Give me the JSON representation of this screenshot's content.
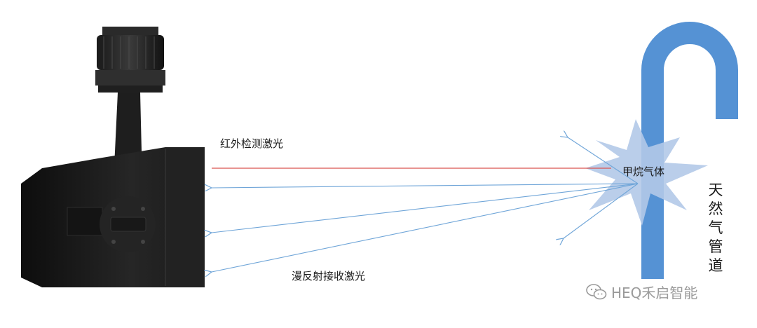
{
  "labels": {
    "laser": "红外检测激光",
    "reflect": "漫反射接收激光",
    "gas": "甲烷气体",
    "pipe": "天然气管道"
  },
  "watermark": {
    "text": "HEQ禾启智能",
    "icon": "wechat-icon"
  },
  "colors": {
    "pipe": "#5592d4",
    "laser_line": "#d9534f",
    "reflect_lines": "#6fa5d8",
    "gas_burst": "#b3c9e8",
    "device": "#1c1c1c"
  }
}
